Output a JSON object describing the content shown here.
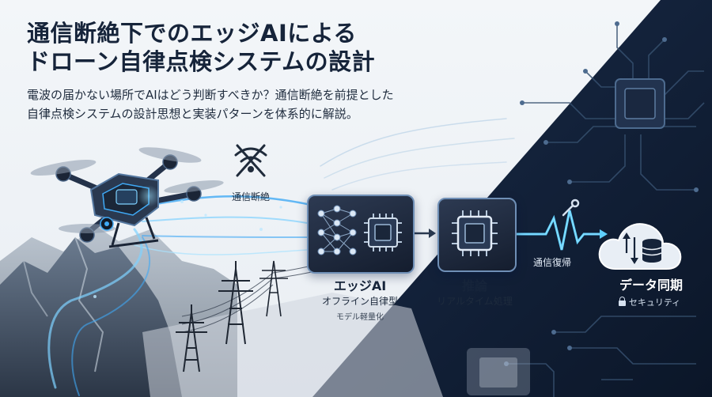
{
  "title": [
    "通信断絶下でのエッジAIによる",
    "ドローン自律点検システムの設計"
  ],
  "subtitle": [
    "電波の届かない場所でAIはどう判断すべきか？通信断絶を前提とした",
    "自律点検システムの設計思想と実装パターンを体系的に解説。"
  ],
  "labels": {
    "disconnect": "通信断絶",
    "edge_ai": "エッジAI",
    "edge_ai_sub1": "オフライン自律型",
    "edge_ai_sub2": "モデル軽量化",
    "inference": "推論",
    "inference_sub": "リアルタイム処理",
    "restore": "通信復帰",
    "sync": "データ同期",
    "security": "セキュリティ"
  },
  "icons": [
    "no-signal-icon",
    "neural-network-icon",
    "chip-icon",
    "heartbeat-wave-icon",
    "cloud-icon",
    "lock-icon",
    "drone-icon",
    "transmission-tower-icon"
  ],
  "colors": {
    "dark_navy": "#0d1b33",
    "accent_blue": "#3fa9f5",
    "text_dark": "#16243a"
  }
}
